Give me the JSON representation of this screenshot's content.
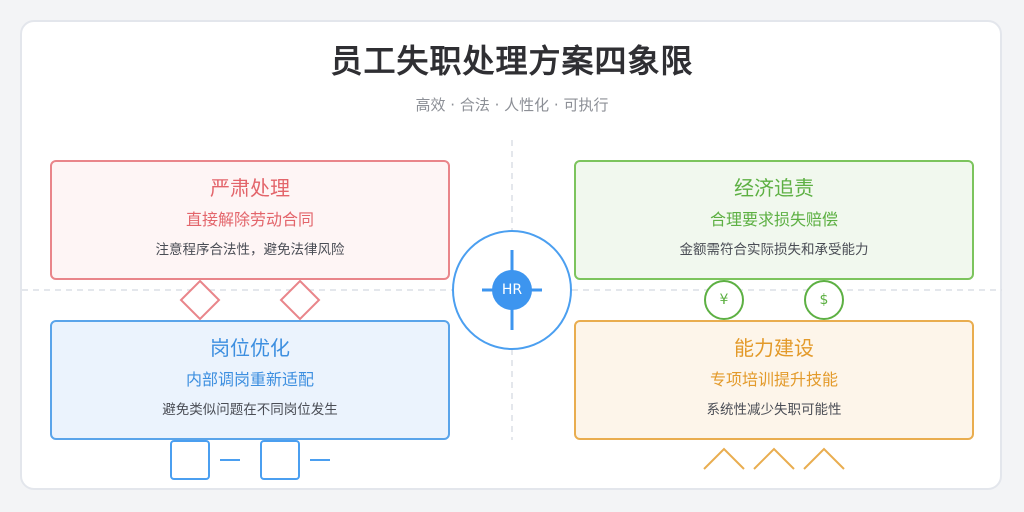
{
  "title": "员工失职处理方案四象限",
  "subtitle": "高效 · 合法 · 人性化 · 可执行",
  "center": {
    "label": "HR"
  },
  "quadrants": {
    "top_left": {
      "title": "严肃处理",
      "subtitle": "直接解除劳动合同",
      "desc": "注意程序合法性，避免法律风险",
      "color": "#e3656b"
    },
    "top_right": {
      "title": "经济追责",
      "subtitle": "合理要求损失赔偿",
      "desc": "金额需符合实际损失和承受能力",
      "color": "#5db043"
    },
    "bottom_left": {
      "title": "岗位优化",
      "subtitle": "内部调岗重新适配",
      "desc": "避免类似问题在不同岗位发生",
      "color": "#3d8fe0"
    },
    "bottom_right": {
      "title": "能力建设",
      "subtitle": "专项培训提升技能",
      "desc": "系统性减少失职可能性",
      "color": "#e39a2a"
    }
  },
  "coins": {
    "yen": "¥",
    "dollar": "$"
  },
  "icons": {
    "top_left": "warning-diamond-icon",
    "top_right": "currency-coin-icon",
    "bottom_left": "transfer-box-icon",
    "bottom_right": "growth-chevron-icon",
    "center": "crosshair-hub-icon"
  }
}
